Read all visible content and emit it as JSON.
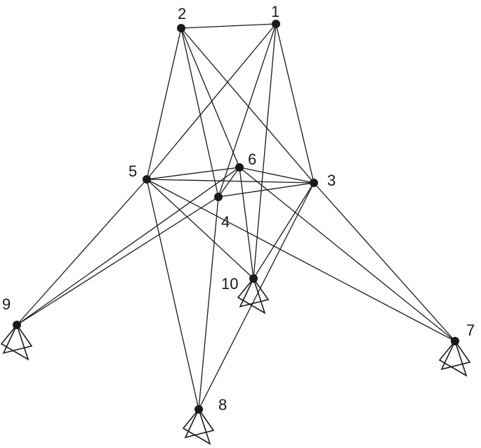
{
  "diagram": {
    "nodes": [
      {
        "id": "1",
        "label": "1"
      },
      {
        "id": "2",
        "label": "2"
      },
      {
        "id": "3",
        "label": "3"
      },
      {
        "id": "4",
        "label": "4"
      },
      {
        "id": "5",
        "label": "5"
      },
      {
        "id": "6",
        "label": "6"
      },
      {
        "id": "7",
        "label": "7",
        "support": true
      },
      {
        "id": "8",
        "label": "8",
        "support": true
      },
      {
        "id": "9",
        "label": "9",
        "support": true
      },
      {
        "id": "10",
        "label": "10",
        "support": true
      }
    ],
    "members": [
      [
        "2",
        "1"
      ],
      [
        "2",
        "5"
      ],
      [
        "2",
        "4"
      ],
      [
        "2",
        "6"
      ],
      [
        "2",
        "3"
      ],
      [
        "1",
        "5"
      ],
      [
        "1",
        "4"
      ],
      [
        "1",
        "10"
      ],
      [
        "1",
        "3"
      ],
      [
        "5",
        "6"
      ],
      [
        "5",
        "3"
      ],
      [
        "5",
        "9"
      ],
      [
        "5",
        "10"
      ],
      [
        "5",
        "8"
      ],
      [
        "5",
        "7"
      ],
      [
        "6",
        "4"
      ],
      [
        "6",
        "3"
      ],
      [
        "6",
        "9"
      ],
      [
        "6",
        "10"
      ],
      [
        "6",
        "7"
      ],
      [
        "4",
        "3"
      ],
      [
        "4",
        "9"
      ],
      [
        "4",
        "8"
      ],
      [
        "3",
        "10"
      ],
      [
        "3",
        "8"
      ],
      [
        "3",
        "7"
      ]
    ],
    "colors": {
      "line": "#1a1a1a",
      "background": "#ffffff"
    }
  }
}
